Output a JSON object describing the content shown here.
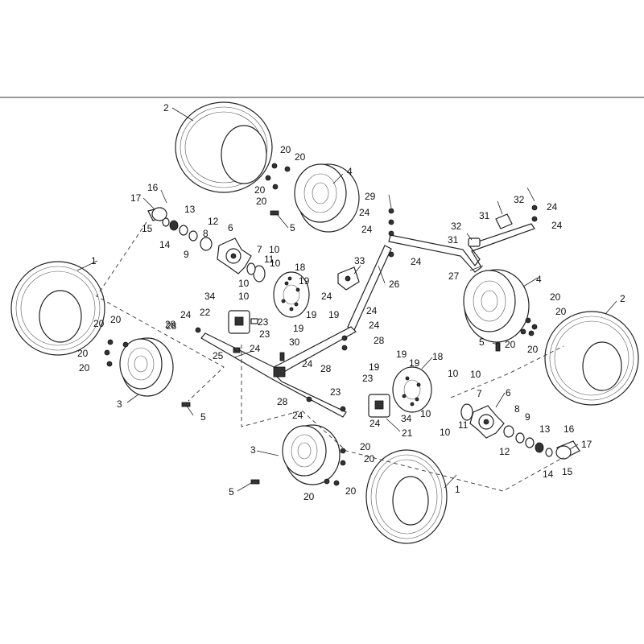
{
  "labels": [
    {
      "id": "t1",
      "text": "2"
    },
    {
      "id": "t2",
      "text": "20"
    },
    {
      "id": "t3",
      "text": "20"
    },
    {
      "id": "t4",
      "text": "20"
    },
    {
      "id": "t5",
      "text": "20"
    },
    {
      "id": "t6",
      "text": "4"
    },
    {
      "id": "t7",
      "text": "5"
    },
    {
      "id": "t8",
      "text": "16"
    },
    {
      "id": "t9",
      "text": "17"
    },
    {
      "id": "t10",
      "text": "15"
    },
    {
      "id": "t11",
      "text": "14"
    },
    {
      "id": "t12",
      "text": "13"
    },
    {
      "id": "t13",
      "text": "12"
    },
    {
      "id": "t14",
      "text": "8"
    },
    {
      "id": "t15",
      "text": "9"
    },
    {
      "id": "t16",
      "text": "6"
    },
    {
      "id": "t17",
      "text": "7"
    },
    {
      "id": "t18",
      "text": "11"
    },
    {
      "id": "t19",
      "text": "10"
    },
    {
      "id": "t20",
      "text": "10"
    },
    {
      "id": "t21",
      "text": "10"
    },
    {
      "id": "t22",
      "text": "10"
    },
    {
      "id": "t23",
      "text": "18"
    },
    {
      "id": "t24",
      "text": "19"
    },
    {
      "id": "t25",
      "text": "19"
    },
    {
      "id": "t26",
      "text": "19"
    },
    {
      "id": "t27",
      "text": "34"
    },
    {
      "id": "t28",
      "text": "22"
    },
    {
      "id": "t29",
      "text": "23"
    },
    {
      "id": "t30",
      "text": "23"
    },
    {
      "id": "t31",
      "text": "1"
    },
    {
      "id": "t32",
      "text": "28"
    },
    {
      "id": "t33",
      "text": "24"
    },
    {
      "id": "t34",
      "text": "24"
    },
    {
      "id": "t35",
      "text": "25"
    },
    {
      "id": "t36",
      "text": "20"
    },
    {
      "id": "t37",
      "text": "20"
    },
    {
      "id": "t38",
      "text": "20"
    },
    {
      "id": "t39",
      "text": "20"
    },
    {
      "id": "t40",
      "text": "3"
    },
    {
      "id": "t41",
      "text": "5"
    },
    {
      "id": "t42",
      "text": "29"
    },
    {
      "id": "t43",
      "text": "24"
    },
    {
      "id": "t44",
      "text": "24"
    },
    {
      "id": "t45",
      "text": "24"
    },
    {
      "id": "t46",
      "text": "26"
    },
    {
      "id": "t47",
      "text": "33"
    },
    {
      "id": "t48",
      "text": "24"
    },
    {
      "id": "t49",
      "text": "19"
    },
    {
      "id": "t50",
      "text": "24"
    },
    {
      "id": "t51",
      "text": "24"
    },
    {
      "id": "t52",
      "text": "28"
    },
    {
      "id": "t53",
      "text": "24"
    },
    {
      "id": "t54",
      "text": "28"
    },
    {
      "id": "t55",
      "text": "30"
    },
    {
      "id": "t56",
      "text": "28"
    },
    {
      "id": "t57",
      "text": "32"
    },
    {
      "id": "t58",
      "text": "31"
    },
    {
      "id": "t59",
      "text": "32"
    },
    {
      "id": "t60",
      "text": "31"
    },
    {
      "id": "t61",
      "text": "24"
    },
    {
      "id": "t62",
      "text": "24"
    },
    {
      "id": "t63",
      "text": "27"
    },
    {
      "id": "t64",
      "text": "4"
    },
    {
      "id": "t65",
      "text": "20"
    },
    {
      "id": "t66",
      "text": "20"
    },
    {
      "id": "t67",
      "text": "2"
    },
    {
      "id": "t68",
      "text": "5"
    },
    {
      "id": "t69",
      "text": "20"
    },
    {
      "id": "t70",
      "text": "20"
    },
    {
      "id": "t71",
      "text": "19"
    },
    {
      "id": "t72",
      "text": "19"
    },
    {
      "id": "t73",
      "text": "18"
    },
    {
      "id": "t74",
      "text": "19"
    },
    {
      "id": "t75",
      "text": "10"
    },
    {
      "id": "t76",
      "text": "10"
    },
    {
      "id": "t77",
      "text": "23"
    },
    {
      "id": "t78",
      "text": "7"
    },
    {
      "id": "t79",
      "text": "6"
    },
    {
      "id": "t80",
      "text": "23"
    },
    {
      "id": "t81",
      "text": "10"
    },
    {
      "id": "t82",
      "text": "11"
    },
    {
      "id": "t83",
      "text": "10"
    },
    {
      "id": "t84",
      "text": "8"
    },
    {
      "id": "t85",
      "text": "9"
    },
    {
      "id": "t86",
      "text": "13"
    },
    {
      "id": "t87",
      "text": "16"
    },
    {
      "id": "t88",
      "text": "12"
    },
    {
      "id": "t89",
      "text": "17"
    },
    {
      "id": "t90",
      "text": "14"
    },
    {
      "id": "t91",
      "text": "15"
    },
    {
      "id": "t92",
      "text": "28"
    },
    {
      "id": "t93",
      "text": "24"
    },
    {
      "id": "t94",
      "text": "24"
    },
    {
      "id": "t95",
      "text": "34"
    },
    {
      "id": "t96",
      "text": "21"
    },
    {
      "id": "t97",
      "text": "3"
    },
    {
      "id": "t98",
      "text": "20"
    },
    {
      "id": "t99",
      "text": "20"
    },
    {
      "id": "t100",
      "text": "1"
    },
    {
      "id": "t101",
      "text": "5"
    },
    {
      "id": "t102",
      "text": "20"
    },
    {
      "id": "t103",
      "text": "20"
    }
  ]
}
